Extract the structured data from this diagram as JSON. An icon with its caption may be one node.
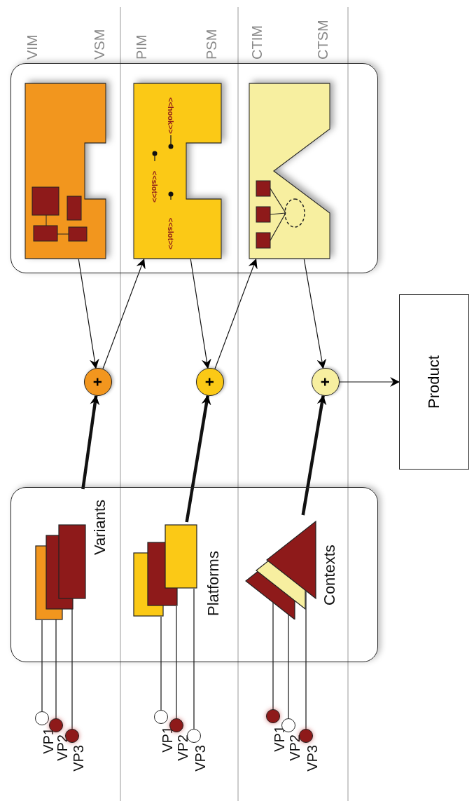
{
  "diagram": {
    "nodes": [
      {
        "text": [],
        "shape": "circle",
        "beside": [
          "VP1"
        ]
      },
      {
        "text": [],
        "shape": "circle",
        "beside": [
          "VP2"
        ]
      },
      {
        "text": [],
        "shape": "circle",
        "beside": [
          "VP3"
        ]
      },
      {
        "text": [],
        "shape": "circle",
        "beside": [
          "VP1"
        ]
      },
      {
        "text": [],
        "shape": "circle",
        "beside": [
          "VP2"
        ]
      },
      {
        "text": [],
        "shape": "circle",
        "beside": [
          "VP3"
        ]
      },
      {
        "text": [],
        "shape": "circle",
        "beside": [
          "VP1"
        ]
      },
      {
        "text": [],
        "shape": "circle",
        "beside": [
          "VP2"
        ]
      },
      {
        "text": [],
        "shape": "circle",
        "beside": [
          "VP3"
        ]
      },
      {
        "text": [],
        "shape": "box"
      },
      {
        "text": [
          "Variants"
        ],
        "in": 9
      },
      {
        "text": [
          "Platforms"
        ],
        "in": 9
      },
      {
        "text": [
          "Contexts"
        ],
        "in": 9
      },
      {
        "text": [
          "+"
        ]
      },
      {
        "text": [
          "+"
        ]
      },
      {
        "text": [
          "+"
        ]
      },
      {
        "text": [
          "Product"
        ]
      },
      {
        "text": [],
        "shape": "box"
      },
      {
        "text": [],
        "shape": "box",
        "in": 17
      },
      {
        "text": [
          "<<slot>>",
          "<<slot>>",
          "<<hook>>"
        ],
        "in": 17
      },
      {
        "text": [],
        "shape": "box",
        "in": 17
      }
    ],
    "edges": [
      {
        "from": 0,
        "to": 10,
        "arrow": "none"
      },
      {
        "from": 1,
        "to": 10,
        "arrow": "none"
      },
      {
        "from": 2,
        "to": 10,
        "arrow": "none"
      },
      {
        "from": 3,
        "to": 11,
        "arrow": "none"
      },
      {
        "from": 4,
        "to": 11,
        "arrow": "none"
      },
      {
        "from": 5,
        "to": 11,
        "arrow": "none"
      },
      {
        "from": 6,
        "to": 12,
        "arrow": "none"
      },
      {
        "from": 7,
        "to": 12,
        "arrow": "none"
      },
      {
        "from": 8,
        "to": 12,
        "arrow": "none"
      },
      {
        "from": 10,
        "to": 13,
        "arrow": "to",
        "style": "thick"
      },
      {
        "from": 11,
        "to": 14,
        "arrow": "to",
        "style": "thick"
      },
      {
        "from": 12,
        "to": 15,
        "arrow": "to",
        "style": "thick"
      },
      {
        "from": 18,
        "to": 13,
        "arrow": "to"
      },
      {
        "from": 13,
        "to": 19,
        "arrow": "to"
      },
      {
        "from": 19,
        "to": 14,
        "arrow": "to"
      },
      {
        "from": 14,
        "to": 20,
        "arrow": "to"
      },
      {
        "from": 20,
        "to": 15,
        "arrow": "to"
      },
      {
        "from": 15,
        "to": 16,
        "arrow": "to"
      }
    ],
    "labels": [
      "VIM",
      "VSM",
      "PIM",
      "PSM",
      "CTIM",
      "CTSM"
    ]
  }
}
